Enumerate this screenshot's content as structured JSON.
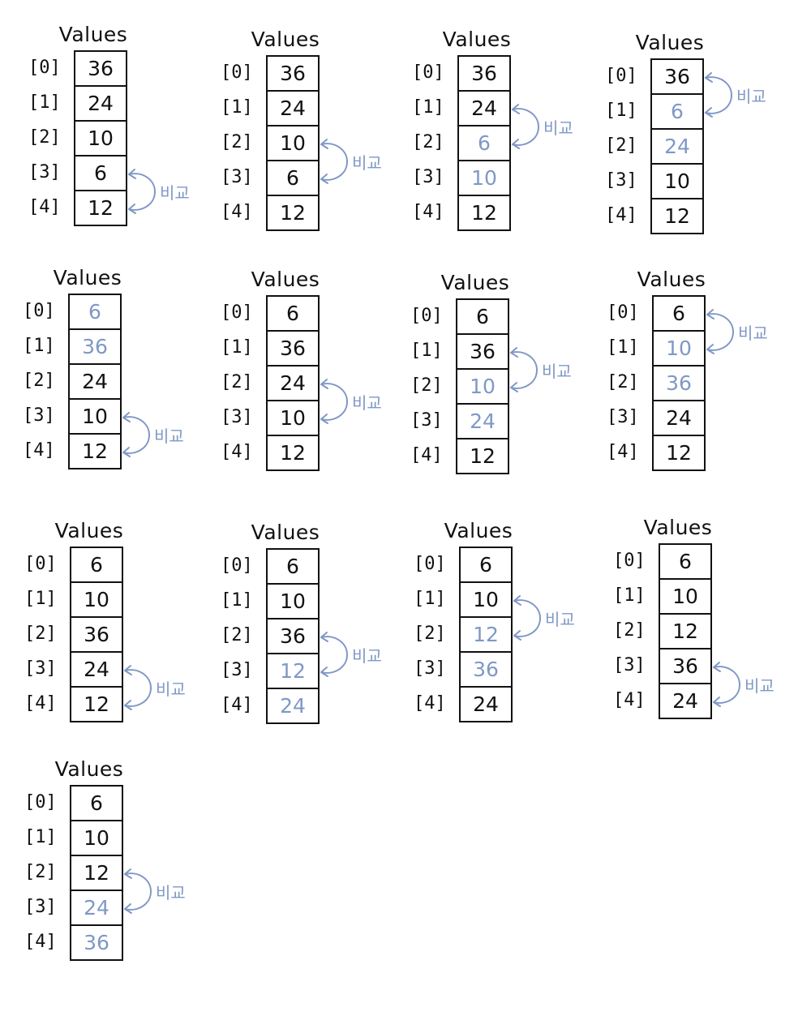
{
  "colors": {
    "ink": "#111111",
    "highlight": "#7f98c6"
  },
  "array_name": "Values",
  "index_labels": [
    "[0]",
    "[1]",
    "[2]",
    "[3]",
    "[4]"
  ],
  "compare_label": "비교",
  "steps": [
    {
      "values": [
        "36",
        "24",
        "10",
        "6",
        "12"
      ],
      "highlight": [],
      "compare": [
        3,
        4
      ]
    },
    {
      "values": [
        "36",
        "24",
        "10",
        "6",
        "12"
      ],
      "highlight": [],
      "compare": [
        2,
        3
      ]
    },
    {
      "values": [
        "36",
        "24",
        "6",
        "10",
        "12"
      ],
      "highlight": [
        2,
        3
      ],
      "compare": [
        1,
        2
      ]
    },
    {
      "values": [
        "36",
        "6",
        "24",
        "10",
        "12"
      ],
      "highlight": [
        1,
        2
      ],
      "compare": [
        0,
        1
      ]
    },
    {
      "values": [
        "6",
        "36",
        "24",
        "10",
        "12"
      ],
      "highlight": [
        0,
        1
      ],
      "compare": [
        3,
        4
      ]
    },
    {
      "values": [
        "6",
        "36",
        "24",
        "10",
        "12"
      ],
      "highlight": [],
      "compare": [
        2,
        3
      ]
    },
    {
      "values": [
        "6",
        "36",
        "10",
        "24",
        "12"
      ],
      "highlight": [
        2,
        3
      ],
      "compare": [
        1,
        2
      ]
    },
    {
      "values": [
        "6",
        "10",
        "36",
        "24",
        "12"
      ],
      "highlight": [
        1,
        2
      ],
      "compare": [
        0,
        1
      ]
    },
    {
      "values": [
        "6",
        "10",
        "36",
        "24",
        "12"
      ],
      "highlight": [],
      "compare": [
        3,
        4
      ]
    },
    {
      "values": [
        "6",
        "10",
        "36",
        "12",
        "24"
      ],
      "highlight": [
        3,
        4
      ],
      "compare": [
        2,
        3
      ]
    },
    {
      "values": [
        "6",
        "10",
        "12",
        "36",
        "24"
      ],
      "highlight": [
        2,
        3
      ],
      "compare": [
        1,
        2
      ]
    },
    {
      "values": [
        "6",
        "10",
        "12",
        "36",
        "24"
      ],
      "highlight": [],
      "compare": [
        3,
        4
      ]
    },
    {
      "values": [
        "6",
        "10",
        "12",
        "24",
        "36"
      ],
      "highlight": [
        3,
        4
      ],
      "compare": [
        2,
        3
      ]
    }
  ]
}
